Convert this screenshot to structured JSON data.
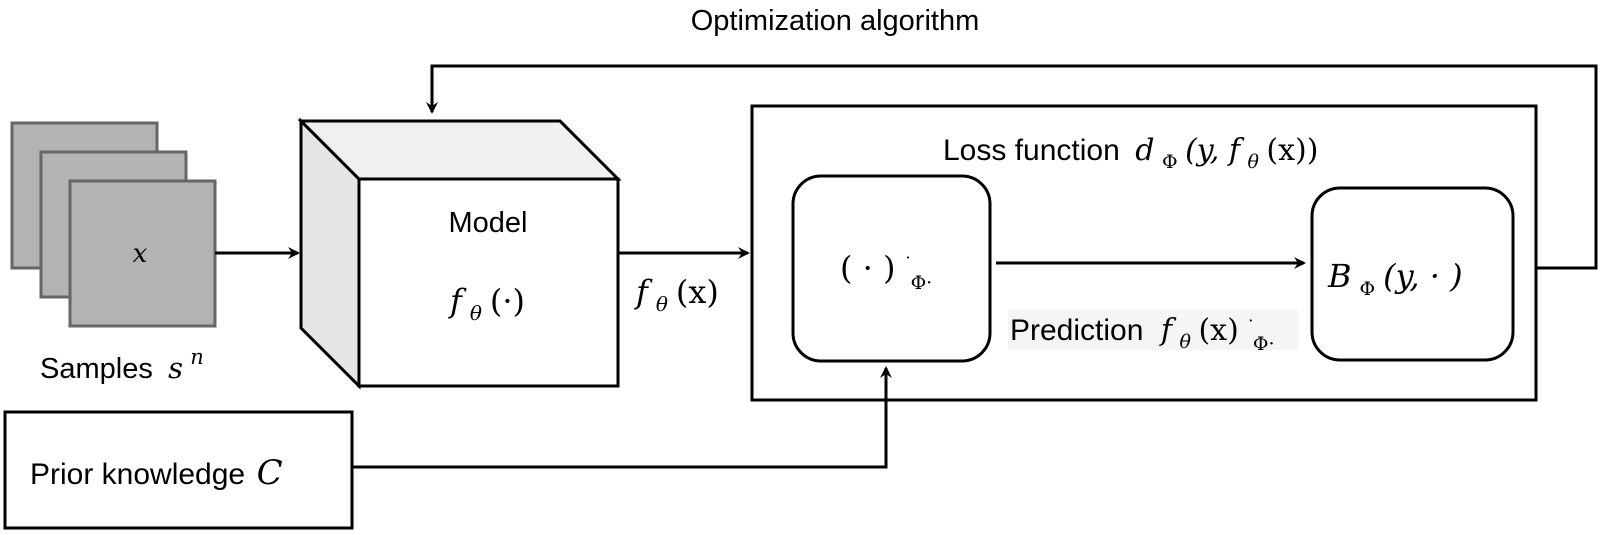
{
  "diagram": {
    "title_label": "Optimization algorithm",
    "samples": {
      "symbol": "x",
      "label": "Samples",
      "label_math": "s",
      "label_sup": "n"
    },
    "model": {
      "label": "Model",
      "func": "f",
      "func_sub": "θ",
      "func_arg": "(·)"
    },
    "model_output": {
      "func": "f",
      "func_sub": "θ",
      "func_arg": "(x)"
    },
    "loss": {
      "label": "Loss function",
      "func": "d",
      "func_sub": "Φ",
      "func_arg_open": "(y, ",
      "inner_func": "f",
      "inner_sub": "θ",
      "inner_arg": "(x))"
    },
    "projection": {
      "expr": "( · )",
      "sup": "·",
      "sub": "Φ·"
    },
    "prediction": {
      "label": "Prediction",
      "func": "f",
      "func_sub": "θ",
      "func_arg": "(x)",
      "sup": "·",
      "sub": "Φ·"
    },
    "bregman": {
      "func": "B",
      "func_sub": "Φ",
      "func_arg": "(y,  · )"
    },
    "prior": {
      "label": "Prior knowledge",
      "symbol": "C"
    },
    "colors": {
      "sample_fill": "#b3b3b3",
      "sample_stroke": "#666666",
      "cube_side": "#e6e6e6",
      "cube_top": "#f0f0f0",
      "prediction_bg": "#f4f6f6"
    }
  }
}
